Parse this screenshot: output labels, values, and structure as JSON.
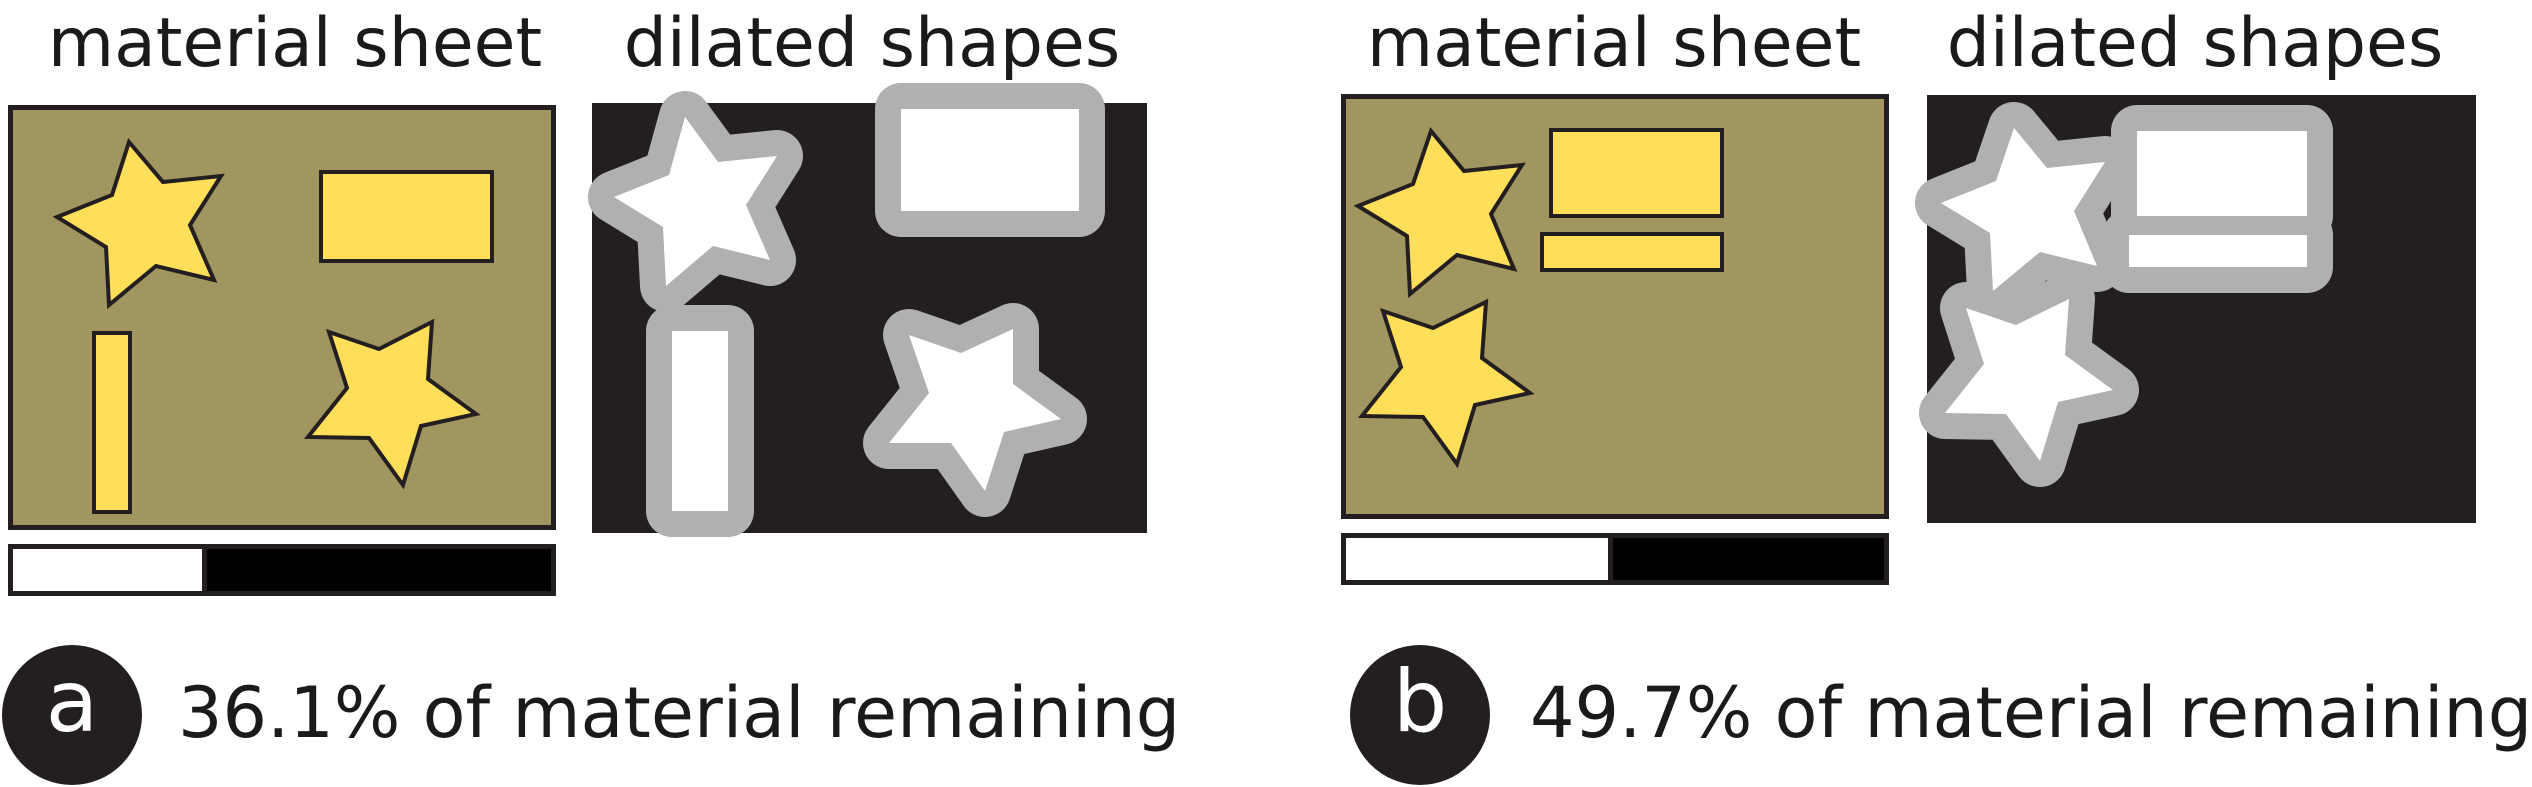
{
  "colors": {
    "sheet": "#a29660",
    "shape": "#ffde59",
    "outline": "#231f20",
    "dilated_bg": "#231f20",
    "dilation": "#b0b0b0",
    "shape_white": "#ffffff"
  },
  "panels": [
    {
      "id": "a",
      "sheet_label": "material sheet",
      "dilated_label": "dilated shapes",
      "badge": "a",
      "caption": "36.1% of material remaining",
      "remaining_fraction": 0.361
    },
    {
      "id": "b",
      "sheet_label": "material sheet",
      "dilated_label": "dilated shapes",
      "badge": "b",
      "caption": "49.7% of material remaining",
      "remaining_fraction": 0.497
    }
  ]
}
